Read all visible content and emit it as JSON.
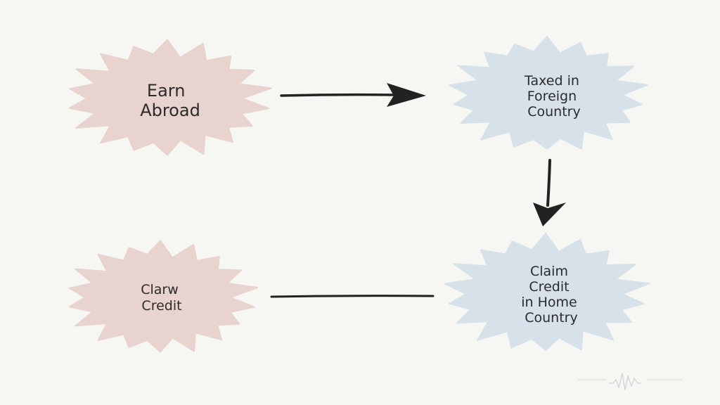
{
  "colors": {
    "background": "#f6f6f3",
    "pink_node": "#e8d3ce",
    "blue_node": "#d6e1ea",
    "arrow": "#222222"
  },
  "nodes": {
    "earn_abroad": {
      "lines": [
        "Earn",
        "Abroad"
      ],
      "shape": "starburst",
      "color": "pink"
    },
    "taxed_foreign": {
      "lines": [
        "Taxed in",
        "Foreign",
        "Country"
      ],
      "shape": "starburst",
      "color": "blue"
    },
    "claim_credit_home": {
      "lines": [
        "Claim",
        "Credit",
        "in Home",
        "Country"
      ],
      "shape": "starburst",
      "color": "blue"
    },
    "clarw_credit": {
      "lines": [
        "Clarw",
        "Credit"
      ],
      "shape": "starburst",
      "color": "pink"
    }
  },
  "edges": [
    {
      "from": "earn_abroad",
      "to": "taxed_foreign",
      "style": "arrow"
    },
    {
      "from": "taxed_foreign",
      "to": "claim_credit_home",
      "style": "arrow"
    },
    {
      "from": "claim_credit_home",
      "to": "clarw_credit",
      "style": "line"
    }
  ]
}
